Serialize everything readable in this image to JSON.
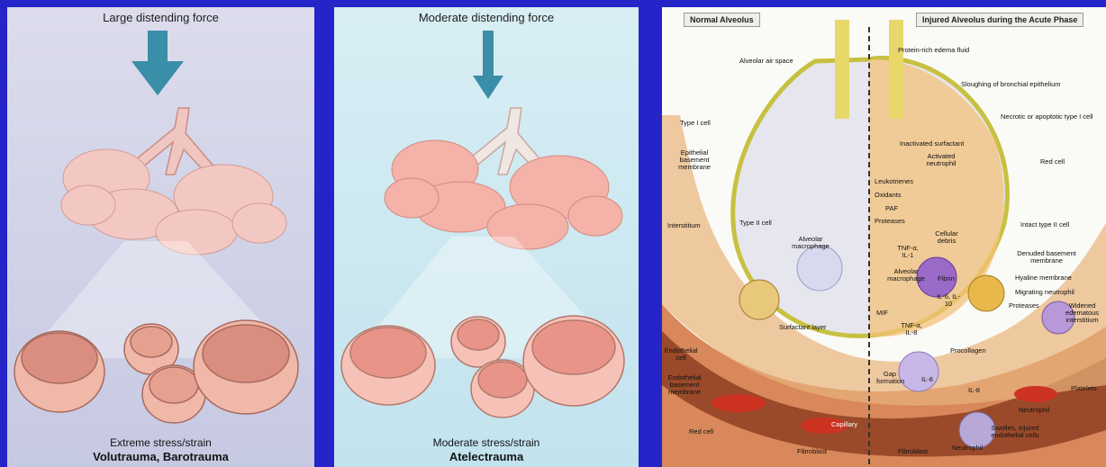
{
  "panel1": {
    "force": "Large distending force",
    "caption1": "Extreme stress/strain",
    "caption2": "Volutrauma, Barotrauma"
  },
  "panel2": {
    "force": "Moderate distending force",
    "caption1": "Moderate stress/strain",
    "caption2": "Atelectrauma"
  },
  "panel3": {
    "header_left": "Normal Alveolus",
    "header_right": "Injured Alveolus during the Acute Phase",
    "labels": {
      "alveolar_air_space": "Alveolar air space",
      "type1_cell": "Type I cell",
      "epithelial_bm": "Epithelial basement membrane",
      "interstitium": "Interstitium",
      "type2_cell": "Type II cell",
      "alveolar_macrophage": "Alveolar macrophage",
      "surfactant_layer": "Surfactant layer",
      "endothelial_cell": "Endothelial cell",
      "endothelial_bm": "Endothelial basement membrane",
      "red_cell": "Red cell",
      "capillary": "Capillary",
      "fibroblast": "Fibroblast",
      "protein_edema": "Protein-rich edema fluid",
      "sloughing": "Sloughing of bronchial epithelium",
      "necrotic": "Necrotic or apoptotic type I cell",
      "inactivated_surf": "Inactivated surfactant",
      "activated_neutro": "Activated neutrophil",
      "red_cell_r": "Red cell",
      "leukotrienes": "Leukotrienes",
      "oxidants": "Oxidants",
      "paf": "PAF",
      "proteases": "Proteases",
      "intact_type2": "Intact type II cell",
      "cellular_debris": "Cellular debris",
      "tnf_il1": "TNF-α, IL-1",
      "denuded_bm": "Denuded basement membrane",
      "hyaline": "Hyaline membrane",
      "alv_macro_r": "Alveolar macrophage",
      "fibrin": "Fibrin",
      "migrating_neutro": "Migrating neutrophil",
      "proteases_r": "Proteases",
      "widened": "Widened edematous interstitium",
      "il6": "IL-6, IL-10",
      "mif": "MIF",
      "tnf_il8": "TNF-α, IL-8",
      "procollagen": "Procollagen",
      "gap": "Gap formation",
      "il8a": "IL-8",
      "il8b": "IL-8",
      "platelets": "Platelets",
      "neutrophil": "Neutrophil",
      "swollen": "Swollen, injured endothelial cells",
      "fibroblast_r": "Fibroblast",
      "neutrophil_r": "Neutrophil"
    }
  }
}
